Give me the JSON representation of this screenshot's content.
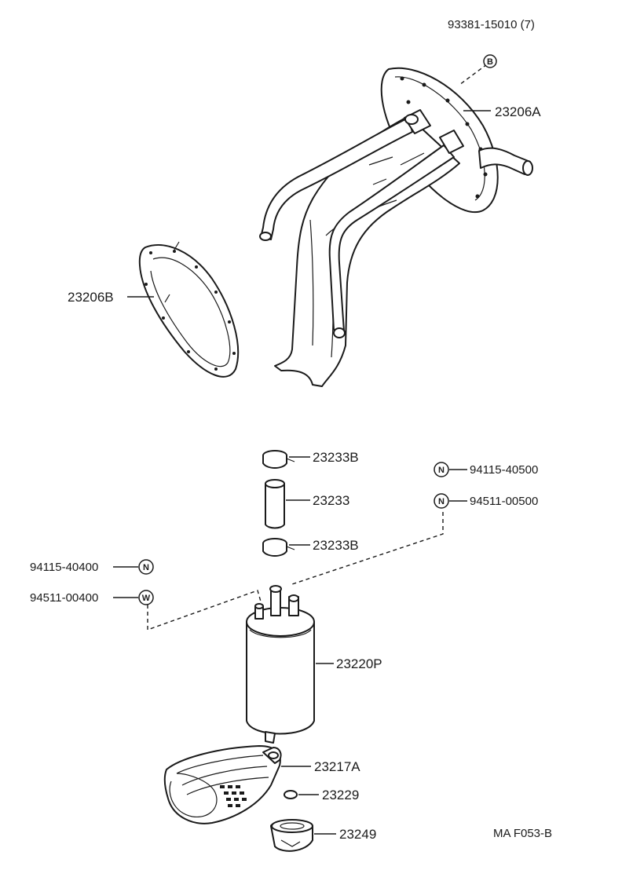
{
  "labels": {
    "bolt_b": "93381-15010 (7)",
    "sender_gauge_a": "23206A",
    "sender_gauge_b": "23206B",
    "clamp_upper": "23233B",
    "hose": "23233",
    "clamp_lower": "23233B",
    "nut_n_upper": "94115-40500",
    "washer_n_upper": "94511-00500",
    "nut_left": "94115-40400",
    "washer_left": "94511-00400",
    "pump": "23220P",
    "filter": "23217A",
    "cushion": "23229",
    "retainer": "23249",
    "diagram_code": "MA F053-B"
  },
  "symbols": {
    "bolt_b": "B",
    "nut_n_upper": "N",
    "washer_n_upper": "N",
    "nut_left": "N",
    "washer_left": "W"
  }
}
